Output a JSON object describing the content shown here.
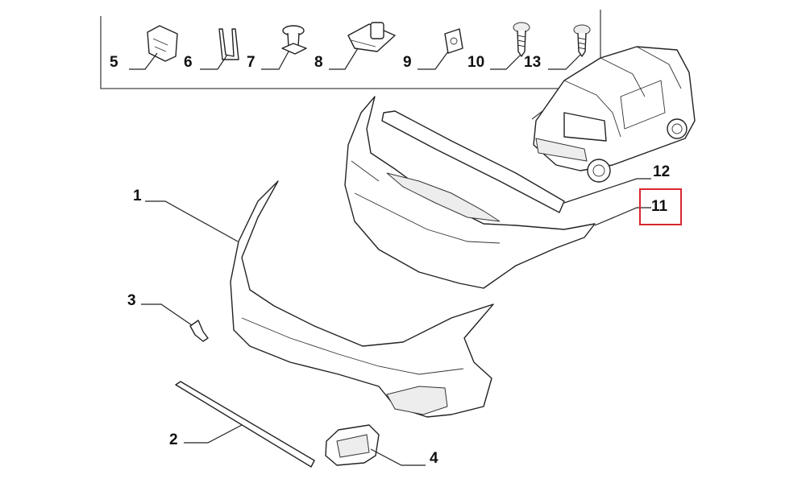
{
  "callouts": {
    "c1": "1",
    "c2": "2",
    "c3": "3",
    "c4": "4",
    "c5": "5",
    "c6": "6",
    "c7": "7",
    "c8": "8",
    "c9": "9",
    "c10": "10",
    "c11": "11",
    "c12": "12",
    "c13": "13"
  },
  "highlighted_callout": "11",
  "colors": {
    "highlight": "#d9262e",
    "line": "#222222",
    "background": "#ffffff"
  },
  "icons": {
    "vehicle": "van-thumbnail-icon"
  }
}
